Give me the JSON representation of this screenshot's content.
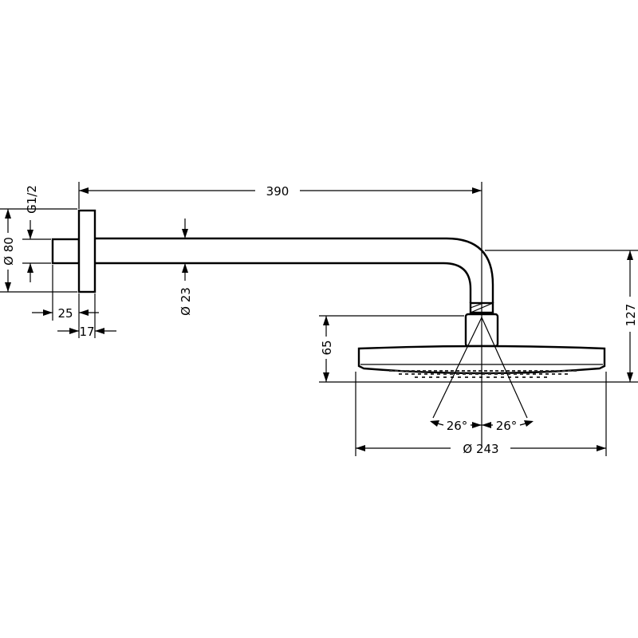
{
  "dimensions": {
    "arm_length": "390",
    "thread": "G1/2",
    "flange_diameter": "Ø 80",
    "pipe_diameter": "Ø 23",
    "wall_offset": "25",
    "flange_depth": "17",
    "head_height": "65",
    "total_drop": "127",
    "spray_angle_left": "26°",
    "spray_angle_right": "26°",
    "head_diameter": "Ø 243"
  }
}
